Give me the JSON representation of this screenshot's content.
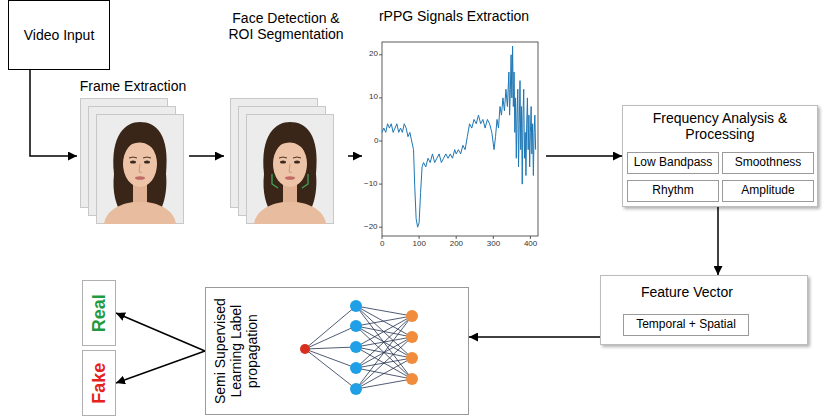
{
  "diagram": {
    "nodes": [
      {
        "text": [
          "Video Input"
        ]
      },
      {
        "text": [
          "Frame Extraction"
        ]
      },
      {
        "text": [
          "Face Detection & ROI Segmentation"
        ]
      },
      {
        "text": [
          "rPPG Signals Extraction"
        ]
      },
      {
        "text": [
          "Frequency Analysis & Processing"
        ]
      },
      {
        "text": [
          "Low Bandpass"
        ],
        "in": 4
      },
      {
        "text": [
          "Smoothness"
        ],
        "in": 4
      },
      {
        "text": [
          "Rhythm"
        ],
        "in": 4
      },
      {
        "text": [
          "Amplitude"
        ],
        "in": 4
      },
      {
        "text": [
          "Feature Vector"
        ]
      },
      {
        "text": [
          "Temporal + Spatial"
        ],
        "in": 9
      },
      {
        "text": [
          "Semi Supervised Learning Label propagation"
        ]
      },
      {
        "text": [
          "Real"
        ]
      },
      {
        "text": [
          "Fake"
        ]
      }
    ],
    "edges": [
      {
        "from": 0,
        "to": 1,
        "arrow": "to"
      },
      {
        "from": 1,
        "to": 2,
        "arrow": "to"
      },
      {
        "from": 2,
        "to": 3,
        "arrow": "to"
      },
      {
        "from": 3,
        "to": 4,
        "arrow": "to"
      },
      {
        "from": 4,
        "to": 9,
        "arrow": "to"
      },
      {
        "from": 9,
        "to": 11,
        "arrow": "to"
      },
      {
        "from": 11,
        "to": 12,
        "arrow": "to"
      },
      {
        "from": 11,
        "to": 13,
        "arrow": "to"
      }
    ],
    "labels": [
      "20",
      "10",
      "0",
      "−10",
      "−20",
      "0",
      "100",
      "200",
      "300",
      "400"
    ]
  }
}
